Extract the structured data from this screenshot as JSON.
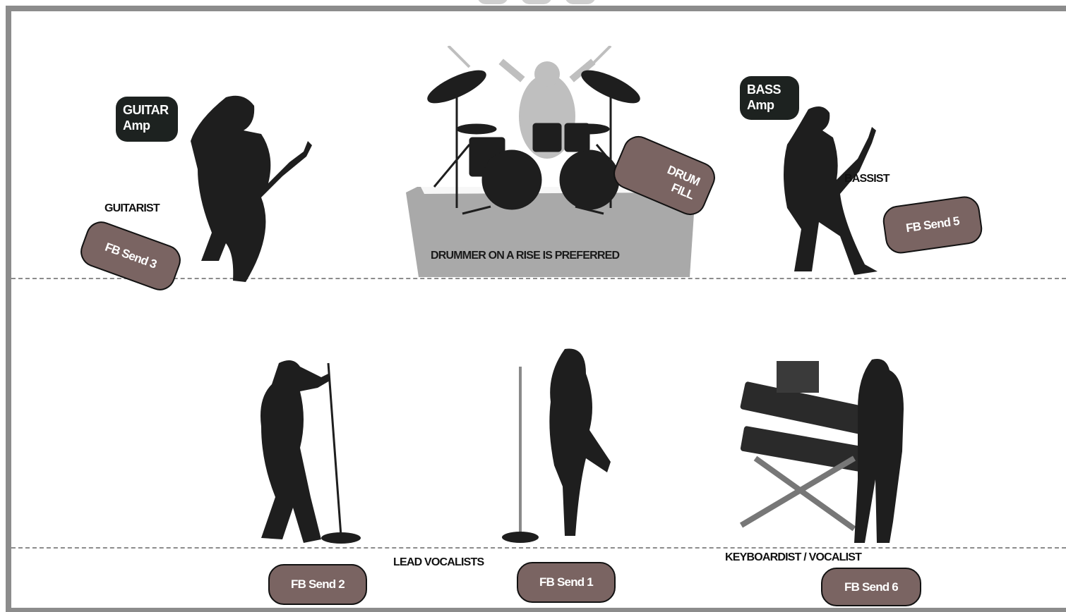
{
  "stage": {
    "musicians": {
      "guitarist": "GUITARIST",
      "bassist": "BASSIST",
      "lead_vocalists": "LEAD VOCALISTS",
      "keyboardist": "KEYBOARDIST / VOCALIST"
    },
    "amps": {
      "guitar": [
        "GUITAR",
        "Amp"
      ],
      "bass": [
        "BASS",
        "Amp"
      ]
    },
    "drum_riser_note": "DRUMMER ON A RISE IS PREFERRED",
    "monitors": {
      "drum_fill": [
        "DRUM",
        "FILL"
      ],
      "fb_send_1": "FB Send 1",
      "fb_send_2": "FB Send 2",
      "fb_send_3": "FB Send 3",
      "fb_send_5": "FB Send 5",
      "fb_send_6": "FB Send 6"
    }
  },
  "colors": {
    "frame": "#8c8c8c",
    "monitor_fill": "#7a6462",
    "amp_fill": "#1d2220",
    "silhouette": "#1e1e1e",
    "drummer": "#bfbfbf",
    "riser": "#a9a9a9"
  }
}
